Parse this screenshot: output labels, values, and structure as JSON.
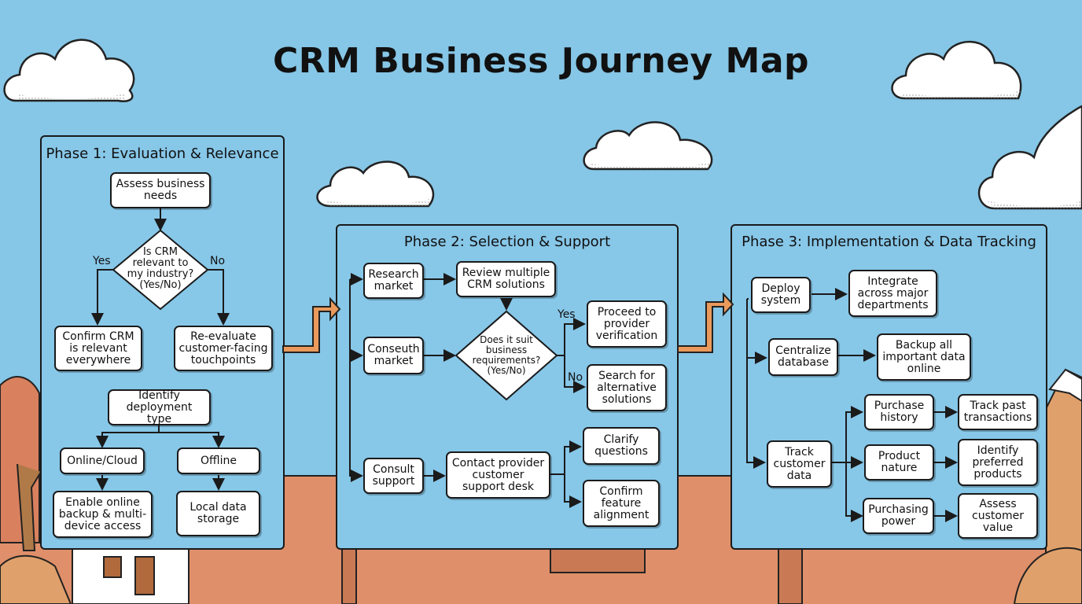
{
  "title": "CRM Business Journey Map",
  "phase1": {
    "title": "Phase 1: Evaluation & Relevance",
    "assess": "Assess business\nneeds",
    "decision": "Is CRM\nrelevant to\nmy industry?\n(Yes/No)",
    "yes": "Yes",
    "no": "No",
    "confirm": "Confirm CRM\nis relevant\neverywhere",
    "reevaluate": "Re-evaluate\ncustomer-facing\ntouchpoints",
    "identify": "Identify\ndeployment type",
    "online": "Online/Cloud",
    "offline": "Offline",
    "enable": "Enable online\nbackup & multi-\ndevice access",
    "local": "Local data\nstorage"
  },
  "phase2": {
    "title": "Phase 2: Selection & Support",
    "research": "Research\nmarket",
    "review": "Review multiple\nCRM solutions",
    "consmarket": "Conseuth\nmarket",
    "decision": "Does it suit\nbusiness\nrequirements?\n(Yes/No)",
    "yes": "Yes",
    "no": "No",
    "proceed": "Proceed to\nprovider\nverification",
    "search": "Search for\nalternative\nsolutions",
    "consult": "Consult\nsupport",
    "contact": "Contact provider\ncustomer\nsupport desk",
    "clarify": "Clarify\nquestions",
    "confirm": "Confirm\nfeature\nalignment"
  },
  "phase3": {
    "title": "Phase 3: Implementation & Data Tracking",
    "deploy": "Deploy\nsystem",
    "integrate": "Integrate\nacross major\ndepartments",
    "centralize": "Centralize\ndatabase",
    "backup": "Backup all\nimportant data\nonline",
    "track": "Track\ncustomer\ndata",
    "purchase_history": "Purchase\nhistory",
    "track_past": "Track past\ntransactions",
    "product_nature": "Product\nnature",
    "identify_products": "Identify\npreferred\nproducts",
    "purchasing_power": "Purchasing\npower",
    "assess_value": "Assess\ncustomer\nvalue"
  },
  "colors": {
    "sky": "#86c6e6",
    "ground": "#e0916b",
    "arrow": "#e99a5c",
    "tree": "#d9805e"
  }
}
